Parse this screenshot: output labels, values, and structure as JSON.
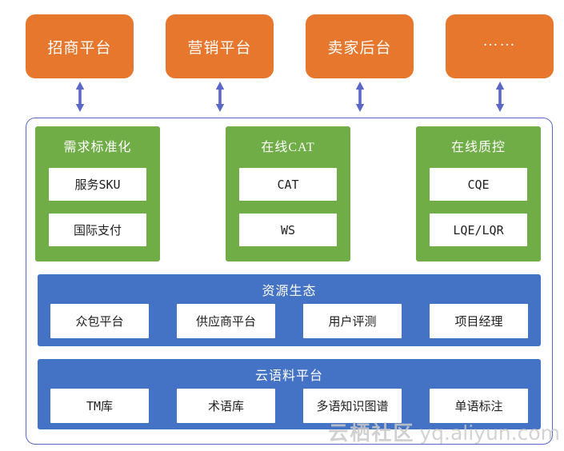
{
  "diagram": {
    "top_platforms": [
      {
        "label": "招商平台"
      },
      {
        "label": "营销平台"
      },
      {
        "label": "卖家后台"
      },
      {
        "label": "……"
      }
    ],
    "modules": [
      {
        "title": "需求标准化",
        "items": [
          "服务SKU",
          "国际支付"
        ]
      },
      {
        "title": "在线CAT",
        "items": [
          "CAT",
          "WS"
        ]
      },
      {
        "title": "在线质控",
        "items": [
          "CQE",
          "LQE/LQR"
        ]
      }
    ],
    "panels": [
      {
        "title": "资源生态",
        "items": [
          "众包平台",
          "供应商平台",
          "用户评测",
          "项目经理"
        ]
      },
      {
        "title": "云语料平台",
        "items": [
          "TM库",
          "术语库",
          "多语知识图谱",
          "单语标注"
        ]
      }
    ],
    "watermark": {
      "community": "云栖社区",
      "url": "yq.aliyun.com"
    },
    "colors": {
      "orange": "#E8772E",
      "green": "#70AD47",
      "blue": "#4472C4",
      "accent": "#5B67C6",
      "watermark_gray": "#C9C9C9"
    }
  }
}
